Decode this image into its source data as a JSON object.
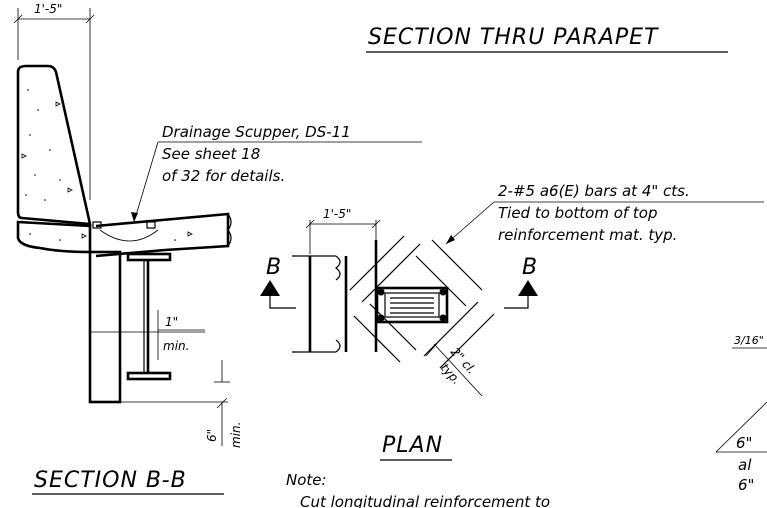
{
  "titles": {
    "section_thru_parapet": "SECTION THRU PARAPET",
    "section_bb": "SECTION B-B",
    "plan": "PLAN"
  },
  "dimensions": {
    "parapet_width_top": "1'-5\"",
    "plan_width": "1'-5\"",
    "flange_clearance_value": "1\"",
    "flange_clearance_unit": "min.",
    "bottom_clearance_value": "6\"",
    "bottom_clearance_unit": "min.",
    "bar_clear_value": "2\" cl.",
    "bar_clear_unit": "typ."
  },
  "callouts": {
    "scupper_line1": "Drainage Scupper, DS-11",
    "scupper_line2": "See sheet 18",
    "scupper_line3": "of 32 for details.",
    "bars_line1": "2-#5 a6(E) bars at 4\" cts.",
    "bars_line2": "Tied to bottom of top",
    "bars_line3": "reinforcement mat. typ."
  },
  "section_markers": {
    "left": "B",
    "right": "B"
  },
  "note": {
    "label": "Note:",
    "text": "Cut longitudinal reinforcement to"
  },
  "right_edge": {
    "weld_fraction": "3/16\"",
    "dim_6": "6\"",
    "text_al": "al",
    "dim_6b": "6\""
  }
}
